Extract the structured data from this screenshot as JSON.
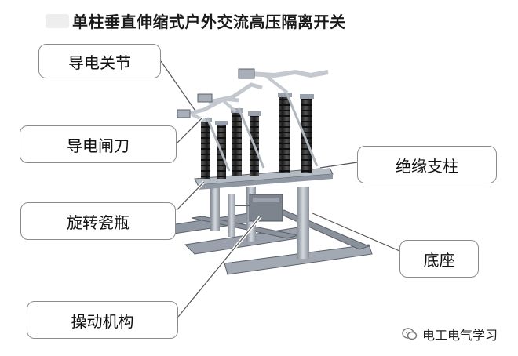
{
  "title": "单柱垂直伸缩式户外交流高压隔离开关",
  "labels": {
    "conductive_joint": "导电关节",
    "conductive_blade": "导电闸刀",
    "rotating_insulator": "旋转瓷瓶",
    "operating_mechanism": "操动机构",
    "insulating_post": "绝缘支柱",
    "base": "底座"
  },
  "watermark": {
    "text": "电工电气学习",
    "icon": "wechat-icon"
  },
  "colors": {
    "insulator": "#2a2a2a",
    "metal": "#a9afb8",
    "base_frame": "#8f97a3",
    "label_border": "#8c8c8c"
  }
}
